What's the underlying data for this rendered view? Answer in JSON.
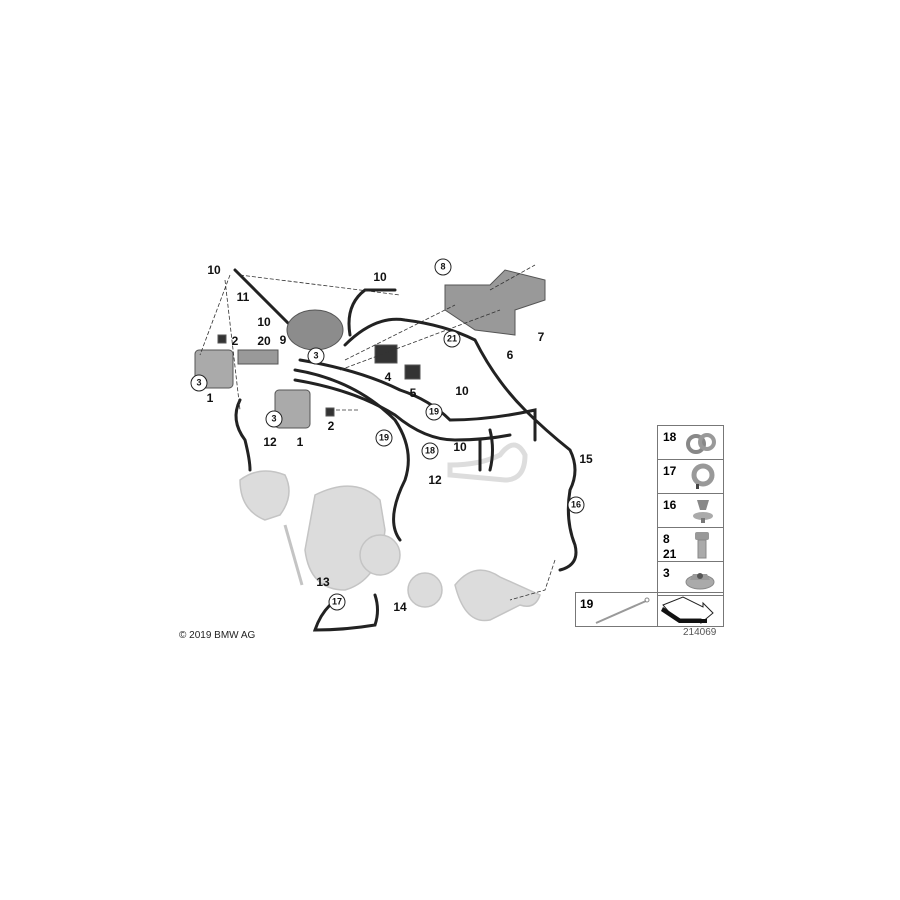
{
  "diagram": {
    "callouts": [
      "10",
      "11",
      "10",
      "9",
      "20",
      "2",
      "1",
      "1",
      "2",
      "4",
      "5",
      "10",
      "7",
      "6",
      "10",
      "10",
      "12",
      "12",
      "15",
      "13",
      "14"
    ],
    "circled_callouts": [
      "8",
      "3",
      "3",
      "3",
      "21",
      "19",
      "19",
      "18",
      "16",
      "17"
    ],
    "legend": {
      "items": [
        {
          "number": "18",
          "icon": "double-hose-clip-icon"
        },
        {
          "number": "17",
          "icon": "hose-clamp-icon"
        },
        {
          "number": "16",
          "icon": "clip-fastener-icon"
        },
        {
          "number": "8",
          "number2": "21",
          "icon": "hex-bolt-icon"
        },
        {
          "number": "3",
          "icon": "hex-collar-nut-icon"
        }
      ],
      "bottom_item": {
        "number": "19",
        "icon": "cable-tie-icon"
      },
      "arrow_icon": "direction-arrow-icon"
    },
    "copyright": "© 2019 BMW AG",
    "reference_number": "214069",
    "colors": {
      "hose": "#222222",
      "part_gray": "#a9a9a9",
      "turbo_light": "#d8d8d8"
    }
  }
}
